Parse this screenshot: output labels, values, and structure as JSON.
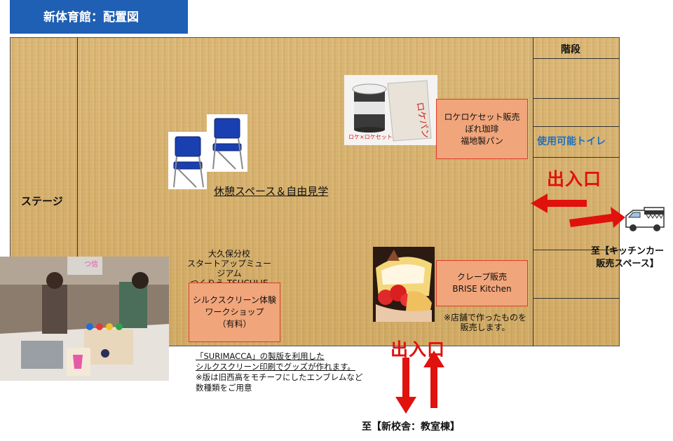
{
  "title": "新体育館：配置図",
  "labels": {
    "stage": "ステージ",
    "stairs": "階段",
    "toilet": "使用可能トイレ",
    "rest_area": "休憩スペース＆自由見学",
    "entrance_right": "出入口",
    "entrance_bottom": "出入口",
    "to_kitchen_car": [
      "至【キッチンカー",
      "販売スペース】"
    ],
    "to_new_school": "至【新校舎：教室棟】",
    "coffee_cup_text": "ロケ×ロケセット",
    "bread_bag_text": "ロケパン"
  },
  "booths": {
    "rokero": [
      "ロケロケセット販売",
      "ぼれ珈琲",
      "福地製パン"
    ],
    "crepe": [
      "クレープ販売",
      "BRISE Kitchen"
    ],
    "silkscreen": [
      "シルクスクリーン体験",
      "ワークショップ",
      "（有料）"
    ]
  },
  "notes": {
    "crepe_note": [
      "※店舗で作ったものを",
      "販売します。"
    ],
    "school_info": [
      "大久保分校",
      "スタートアップミュージアム",
      "つくりえ-TSUCULIE"
    ],
    "silkscreen_desc": [
      "「SURIMACCA」の製版を利用した",
      "シルクスクリーン印刷でグッズが作れます。",
      "※版は旧西高をモチーフにしたエンブレムなど",
      "数種類をご用意"
    ]
  },
  "photo_text": {
    "sign": "つ信"
  },
  "colors": {
    "title_bg": "#1f5fb4",
    "booth_fill": "#f1a57a",
    "booth_border": "#e03a2a",
    "accent_red": "#e0120d",
    "toilet_blue": "#1f6fc0"
  }
}
